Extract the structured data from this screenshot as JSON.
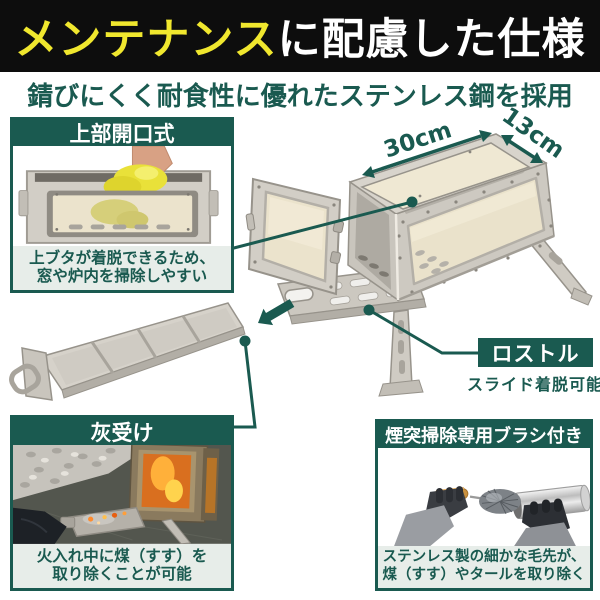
{
  "banner": {
    "highlight": "メンテナンス",
    "rest": "に配慮した仕様"
  },
  "subtitle": "錆びにくく耐食性に優れたステンレス鋼を採用",
  "product": {
    "dimensions": {
      "width": "30cm",
      "depth": "13cm"
    }
  },
  "features": {
    "top_opening": {
      "title": "上部開口式",
      "caption_line1": "上ブタが着脱できるため、",
      "caption_line2": "窓や炉内を掃除しやすい"
    },
    "rostle": {
      "title": "ロストル",
      "note": "スライド着脱可能"
    },
    "ash_pan": {
      "title": "灰受け",
      "caption_line1": "火入れ中に煤（すす）を",
      "caption_line2": "取り除くことが可能"
    },
    "chimney_brush": {
      "title": "煙突掃除専用ブラシ付き",
      "caption_line1": "ステンレス製の細かな毛先が、",
      "caption_line2": "煤（すす）やタールを取り除く"
    }
  },
  "colors": {
    "accent_teal": "#1a5a50",
    "highlight_yellow": "#f0e72e",
    "banner_bg": "#0d0d0d",
    "caption_bg": "#e7ede9"
  }
}
